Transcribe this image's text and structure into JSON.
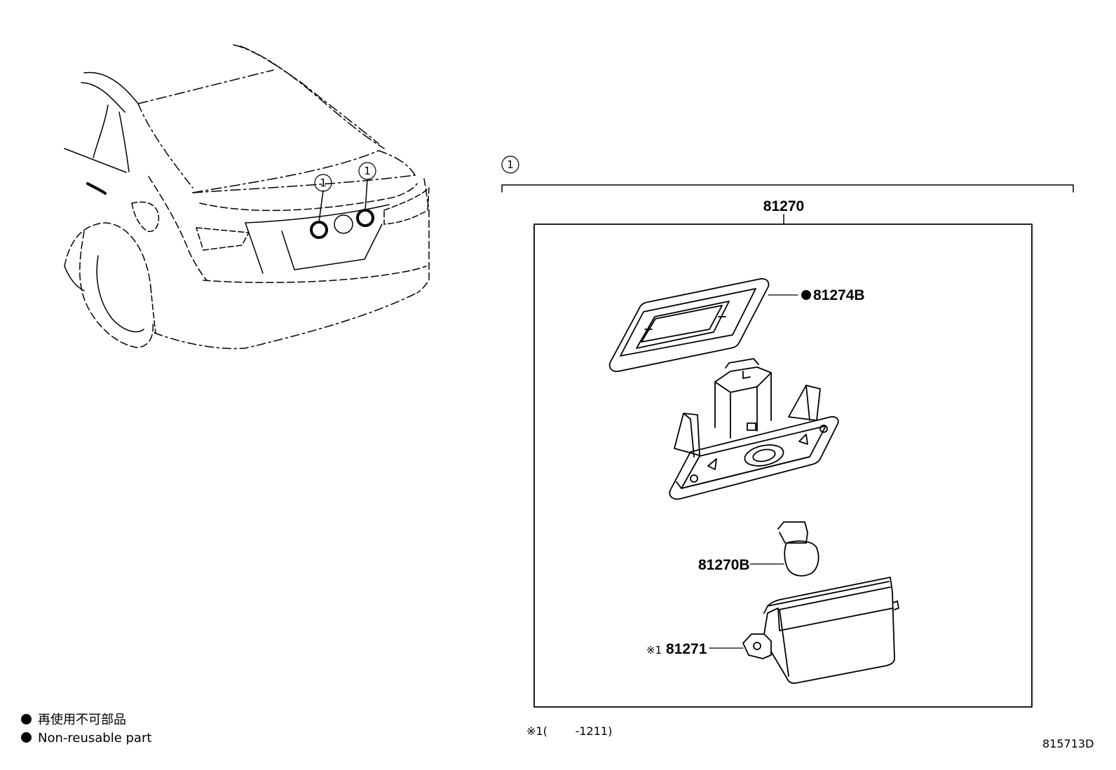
{
  "callout_ref": "1",
  "parts": {
    "assembly": "81270",
    "gasket": "81274B",
    "bulb": "81270B",
    "lens": "81271",
    "lens_note_mark": "※1"
  },
  "legend": {
    "jp": "再使用不可部品",
    "en": "Non-reusable part"
  },
  "note": {
    "mark": "※1",
    "open": "(",
    "range": "-1211",
    "close": ")"
  },
  "diagram_id": "815713D"
}
